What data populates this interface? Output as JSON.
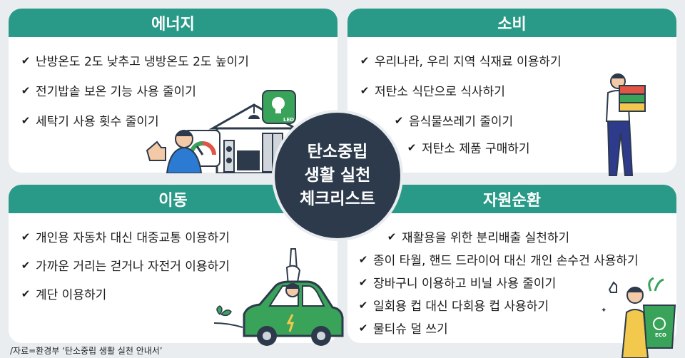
{
  "center": {
    "line1": "탄소중립",
    "line2": "생활 실천",
    "line3": "체크리스트"
  },
  "energy": {
    "title": "에너지",
    "items": [
      "난방온도 2도 낮추고 냉방온도 2도 높이기",
      "전기밥솥 보온 기능 사용 줄이기",
      "세탁기 사용 횟수 줄이기"
    ],
    "led_label": "LED"
  },
  "consumption": {
    "title": "소비",
    "items": [
      "우리나라, 우리 지역 식재료 이용하기",
      "저탄소 식단으로 식사하기",
      "음식물쓰레기 줄이기",
      "저탄소 제품 구매하기"
    ]
  },
  "transport": {
    "title": "이동",
    "items": [
      "개인용 자동차 대신 대중교통 이용하기",
      "가까운 거리는 걷거나 자전거 이용하기",
      "계단 이용하기"
    ]
  },
  "recycling": {
    "title": "자원순환",
    "items": [
      "재활용을 위한 분리배출 실천하기",
      "종이 타월, 핸드 드라이어 대신 개인 손수건 사용하기",
      "장바구니 이용하고 비닐 사용 줄이기",
      "일회용 컵 대신 다회용 컵 사용하기",
      "물티슈 덜 쓰기"
    ],
    "bag_label": "ECO"
  },
  "source": "/자료=환경부 ‘탄소중립 생활 실천 안내서’",
  "colors": {
    "header": "#2a9a88",
    "center": "#2c3a4b",
    "background": "#e9edf0",
    "car": "#3aa35a",
    "accent_yellow": "#f2c94c"
  }
}
